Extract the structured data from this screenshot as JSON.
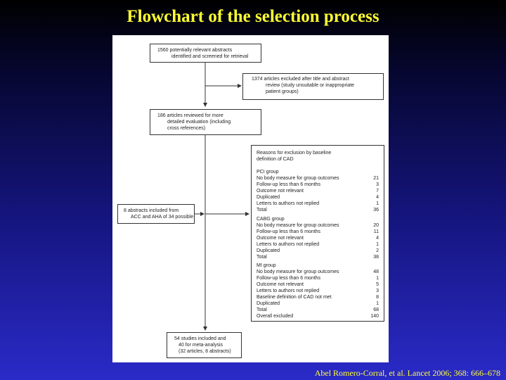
{
  "title": "Flowchart of the selection process",
  "citation": "Abel Romero-Corral, et al. Lancet 2006; 368: 666–678",
  "flow": {
    "identified": [
      "1560 potentially relevant abstracts",
      "identified and screened for retrieval"
    ],
    "excluded_title": [
      "1374 articles excluded after title and abstract",
      "review (study unsuitable or inappropriate",
      "patient groups)"
    ],
    "reviewed": [
      "186 articles reviewed for more",
      "detailed evaluation (including",
      "cross references)"
    ],
    "abstracts_included": [
      "8 abstracts included from",
      "ACC and AHA of 34 possible"
    ],
    "final": [
      "54 studies included and",
      "40 for meta-analysis",
      "(32 articles, 8 abstracts)"
    ]
  },
  "exclusion": {
    "heading": [
      "Reasons for exclusion by baseline",
      "definition of CAD"
    ],
    "groups": [
      {
        "name": "PCI group",
        "rows": [
          {
            "label": "No body measure for group outcomes",
            "value": "21"
          },
          {
            "label": "Follow-up less than 6 months",
            "value": "3"
          },
          {
            "label": "Outcome not relevant",
            "value": "7"
          },
          {
            "label": "Duplicated",
            "value": "4"
          },
          {
            "label": "Letters to authors not replied",
            "value": "1"
          },
          {
            "label": "Total",
            "value": "36"
          }
        ]
      },
      {
        "name": "CABG group",
        "rows": [
          {
            "label": "No body measure for group outcomes",
            "value": "20"
          },
          {
            "label": "Follow-up less than 6 months",
            "value": "11"
          },
          {
            "label": "Outcome not relevant",
            "value": "4"
          },
          {
            "label": "Letters to authors not replied",
            "value": "1"
          },
          {
            "label": "Duplicated",
            "value": "2"
          },
          {
            "label": "Total",
            "value": "38"
          }
        ]
      },
      {
        "name": "MI group",
        "rows": [
          {
            "label": "No body measure for group outcomes",
            "value": "48"
          },
          {
            "label": "Follow-up less than 6 months",
            "value": "1"
          },
          {
            "label": "Outcome not relevant",
            "value": "5"
          },
          {
            "label": "Letters to authors not replied",
            "value": "3"
          },
          {
            "label": "Baseline definition of CAD not met",
            "value": "8"
          },
          {
            "label": "Duplicated",
            "value": "1"
          },
          {
            "label": "Total",
            "value": "68"
          },
          {
            "label": "Overall excluded",
            "value": "140"
          }
        ]
      }
    ]
  }
}
